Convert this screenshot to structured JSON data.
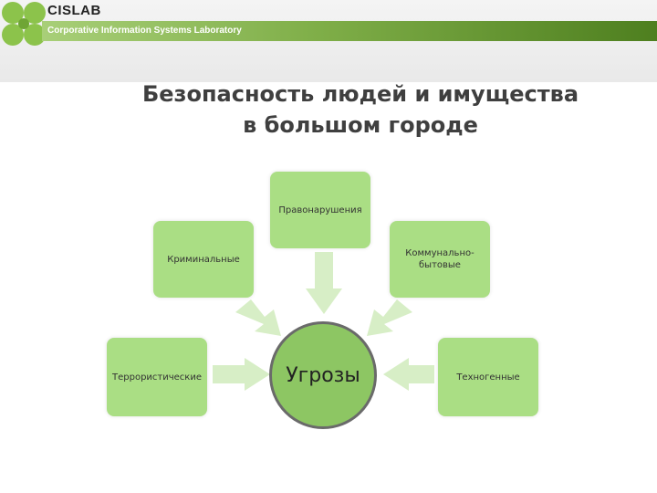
{
  "header": {
    "brand": "CISLAB",
    "subtitle": "Corporative Information Systems Laboratory"
  },
  "title": {
    "line1": "Безопасность людей и имущества",
    "line2": "в большом городе"
  },
  "diagram": {
    "center": "Угрозы",
    "nodes": {
      "pravonarusheniya": "Правонарушения",
      "kriminalnye": "Криминальные",
      "kommunalno_line1": "Коммунально-",
      "kommunalno_line2": "бытовые",
      "terroristicheskie": "Террористические",
      "tekhnogennye": "Техногенные"
    },
    "colors": {
      "box_fill": "#aade84",
      "arrow_fill": "#d7eec6",
      "center_fill": "#8dc663",
      "center_border": "#6a6a6a"
    }
  }
}
